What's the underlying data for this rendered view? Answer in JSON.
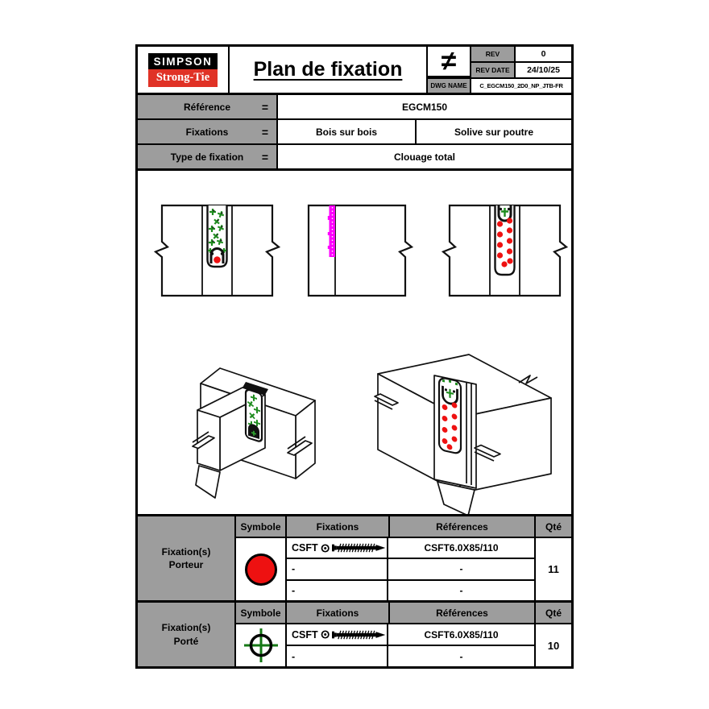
{
  "header": {
    "logo_line1": "SIMPSON",
    "logo_line2": "Strong-Tie",
    "title": "Plan de fixation",
    "symbol": "≠",
    "rev": {
      "label": "REV",
      "value": "0"
    },
    "rev_date": {
      "label": "REV DATE",
      "value": "24/10/25"
    },
    "dwg": {
      "label": "DWG NAME",
      "value": "C_EGCM150_2D0_NP_JTB-FR"
    }
  },
  "info": {
    "rows": [
      {
        "label": "Référence",
        "eq": "=",
        "value": "EGCM150"
      },
      {
        "label": "Fixations",
        "eq": "=",
        "value1": "Bois sur bois",
        "value2": "Solive sur poutre"
      },
      {
        "label": "Type de fixation",
        "eq": "=",
        "value": "Clouage total"
      }
    ]
  },
  "tables": [
    {
      "group_line1": "Fixation(s)",
      "group_line2": "Porteur",
      "headers": {
        "symbole": "Symbole",
        "fixations": "Fixations",
        "references": "Références",
        "qty": "Qté"
      },
      "symbol_icon": "red-filled-circle",
      "rows": [
        {
          "fixation": "CSFT",
          "reference": "CSFT6.0X85/110"
        },
        {
          "fixation": "-",
          "reference": "-"
        },
        {
          "fixation": "-",
          "reference": "-"
        }
      ],
      "qty": "11"
    },
    {
      "group_line1": "Fixation(s)",
      "group_line2": "Porté",
      "headers": {
        "symbole": "Symbole",
        "fixations": "Fixations",
        "references": "Références",
        "qty": "Qté"
      },
      "symbol_icon": "green-crosshair-circle",
      "rows": [
        {
          "fixation": "CSFT",
          "reference": "CSFT6.0X85/110"
        },
        {
          "fixation": "-",
          "reference": "-"
        }
      ],
      "qty": "10"
    }
  ],
  "colors": {
    "logo_red": "#e03226",
    "cell_gray": "#9d9d9d",
    "nail_green": "#1f8c1f",
    "nail_red": "#ee1111",
    "sealant_magenta": "#ff00ff"
  },
  "drawings": {
    "view1": "front-view-hanger-green-nails",
    "view2": "side-view-magenta-glue-line",
    "view3": "front-view-hanger-red-nails",
    "iso_left": "isometric-joist-on-beam-green-nails",
    "iso_right": "isometric-joist-on-beam-red-nails"
  }
}
